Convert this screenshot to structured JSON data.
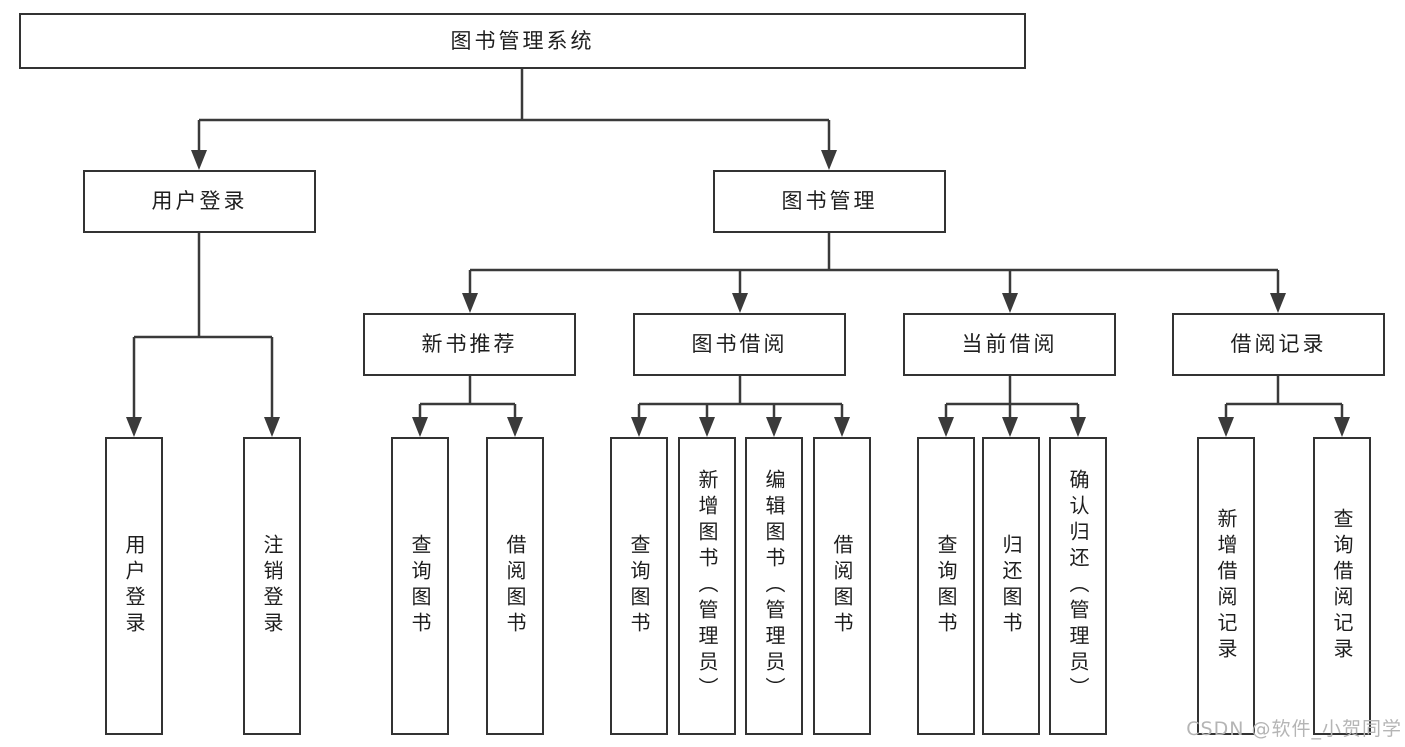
{
  "tree": {
    "root": "图书管理系统",
    "level2": [
      "用户登录",
      "图书管理"
    ],
    "level3": [
      "新书推荐",
      "图书借阅",
      "当前借阅",
      "借阅记录"
    ],
    "leaves": {
      "user": [
        "用户登录",
        "注销登录"
      ],
      "recommend": [
        "查询图书",
        "借阅图书"
      ],
      "borrow": [
        "查询图书",
        "新增图书（管理员）",
        "编辑图书（管理员）",
        "借阅图书"
      ],
      "current": [
        "查询图书",
        "归还图书",
        "确认归还（管理员）"
      ],
      "records": [
        "新增借阅记录",
        "查询借阅记录"
      ]
    }
  },
  "watermark": "CSDN @软件_小贺同学",
  "colors": {
    "line": "#3a3a3a",
    "box_border": "#333333",
    "text": "#1e1e1e",
    "watermark": "#b5b5b5",
    "background": "#ffffff"
  }
}
